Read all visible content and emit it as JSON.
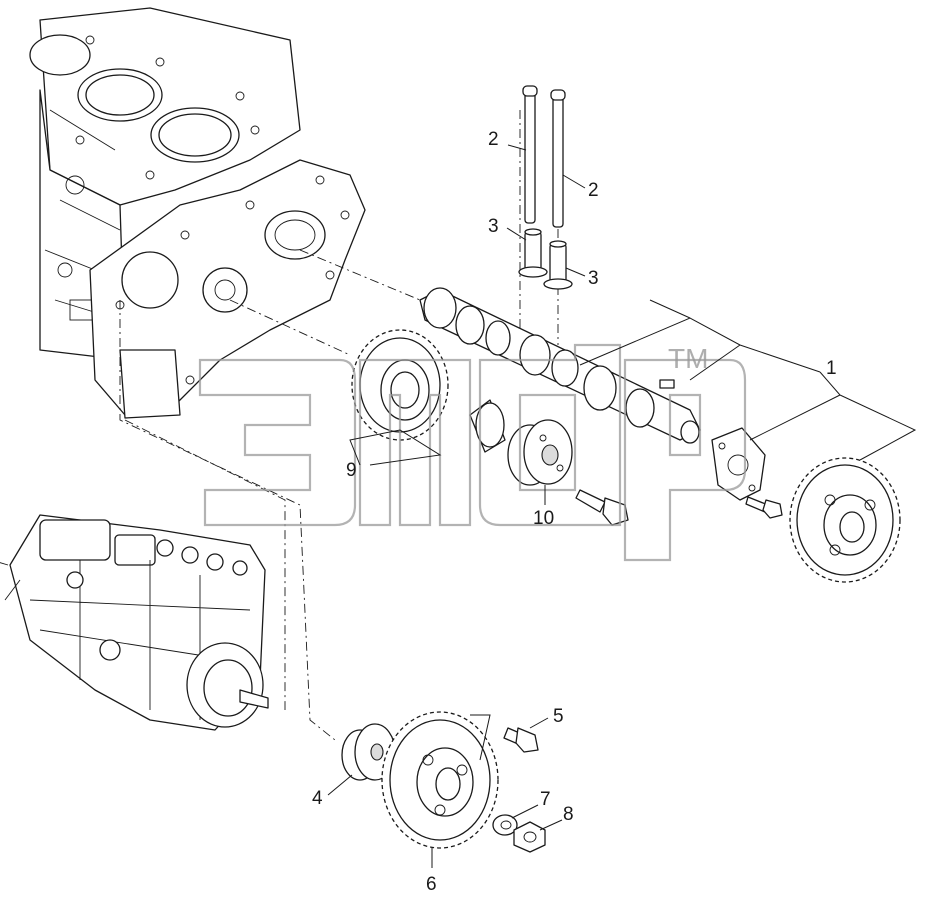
{
  "callouts": {
    "c1": "1",
    "c2a": "2",
    "c2b": "2",
    "c3a": "3",
    "c3b": "3",
    "c4": "4",
    "c5": "5",
    "c6": "6",
    "c7": "7",
    "c8": "8",
    "c9": "9",
    "c10": "10"
  },
  "watermark": {
    "tm": "TM"
  },
  "colors": {
    "line": "#1a1a1a",
    "watermark": "#9a9a9a",
    "background": "#ffffff"
  }
}
